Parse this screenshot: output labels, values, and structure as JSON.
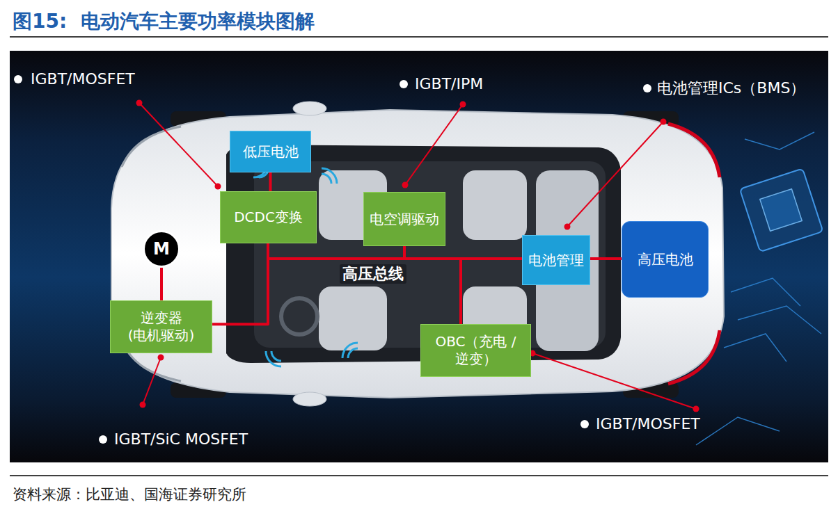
{
  "diagram": {
    "title": "图15:  电动汽车主要功率模块图解",
    "caption": "资料来源：比亚迪、国海证券研究所",
    "nodes": [
      {
        "text": [
          "低压电池"
        ]
      },
      {
        "text": [
          "DCDC变换"
        ]
      },
      {
        "text": [
          "电空调驱动"
        ]
      },
      {
        "text": [
          "M"
        ]
      },
      {
        "text": [
          "电池管理"
        ]
      },
      {
        "text": [
          "高压电池"
        ]
      },
      {
        "text": [
          "逆变器 (电机驱动)"
        ]
      },
      {
        "text": [
          "OBC（充电 /逆变）"
        ]
      }
    ],
    "edges": [
      {
        "from": 0,
        "to": 1,
        "arrow": "none"
      },
      {
        "from": 3,
        "to": 6,
        "arrow": "none"
      },
      {
        "from": 6,
        "to": 4,
        "arrow": "none"
      },
      {
        "from": 1,
        "to": 4,
        "arrow": "none"
      },
      {
        "from": 2,
        "to": 4,
        "arrow": "none"
      },
      {
        "from": 7,
        "to": 4,
        "arrow": "none"
      },
      {
        "from": 4,
        "to": 5,
        "arrow": "none"
      }
    ],
    "labels": [
      "IGBT/MOSFET",
      "IGBT/IPM",
      "电池管理ICs（BMS）",
      "高压总线",
      "IGBT/SiC MOSFET",
      "IGBT/MOSFET"
    ]
  }
}
